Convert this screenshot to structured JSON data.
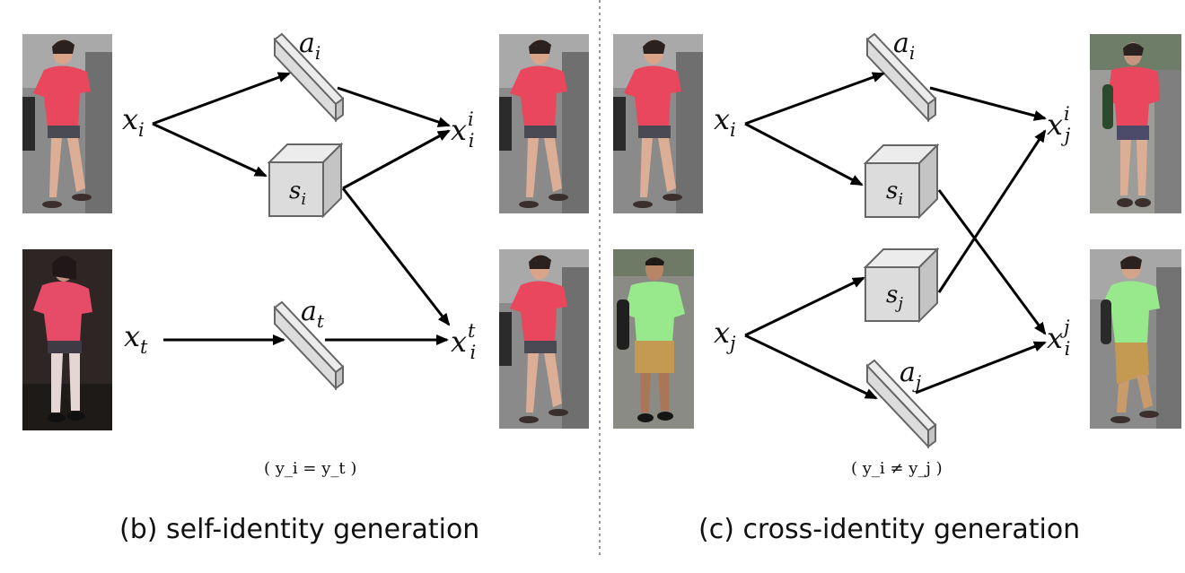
{
  "panels": {
    "b": {
      "caption": "(b)  self-identity generation",
      "condition": "( y_i = y_t )",
      "inputs": [
        {
          "label": "x",
          "sub": "i",
          "sup": ""
        },
        {
          "label": "x",
          "sub": "t",
          "sup": ""
        }
      ],
      "codes": [
        {
          "label": "a",
          "sub": "i",
          "kind": "appearance-bar"
        },
        {
          "label": "s",
          "sub": "i",
          "kind": "structure-cube"
        },
        {
          "label": "a",
          "sub": "t",
          "kind": "appearance-bar"
        }
      ],
      "outputs": [
        {
          "label": "x",
          "sub": "i",
          "sup": "i"
        },
        {
          "label": "x",
          "sub": "i",
          "sup": "t"
        }
      ]
    },
    "c": {
      "caption": "(c)  cross-identity generation",
      "condition": "( y_i ≠ y_j )",
      "inputs": [
        {
          "label": "x",
          "sub": "i",
          "sup": ""
        },
        {
          "label": "x",
          "sub": "j",
          "sup": ""
        }
      ],
      "codes": [
        {
          "label": "a",
          "sub": "i",
          "kind": "appearance-bar"
        },
        {
          "label": "s",
          "sub": "i",
          "kind": "structure-cube"
        },
        {
          "label": "s",
          "sub": "j",
          "kind": "structure-cube"
        },
        {
          "label": "a",
          "sub": "j",
          "kind": "appearance-bar"
        }
      ],
      "outputs": [
        {
          "label": "x",
          "sub": "j",
          "sup": "i"
        },
        {
          "label": "x",
          "sub": "i",
          "sup": "j"
        }
      ]
    }
  },
  "colors": {
    "shirt_red": "#e8475d",
    "shirt_green": "#98e98c",
    "shorts_khaki": "#c49a52",
    "box_fill": "#dcdcdc",
    "box_stroke": "#666666",
    "photo_bg": "#8f8f8f"
  }
}
